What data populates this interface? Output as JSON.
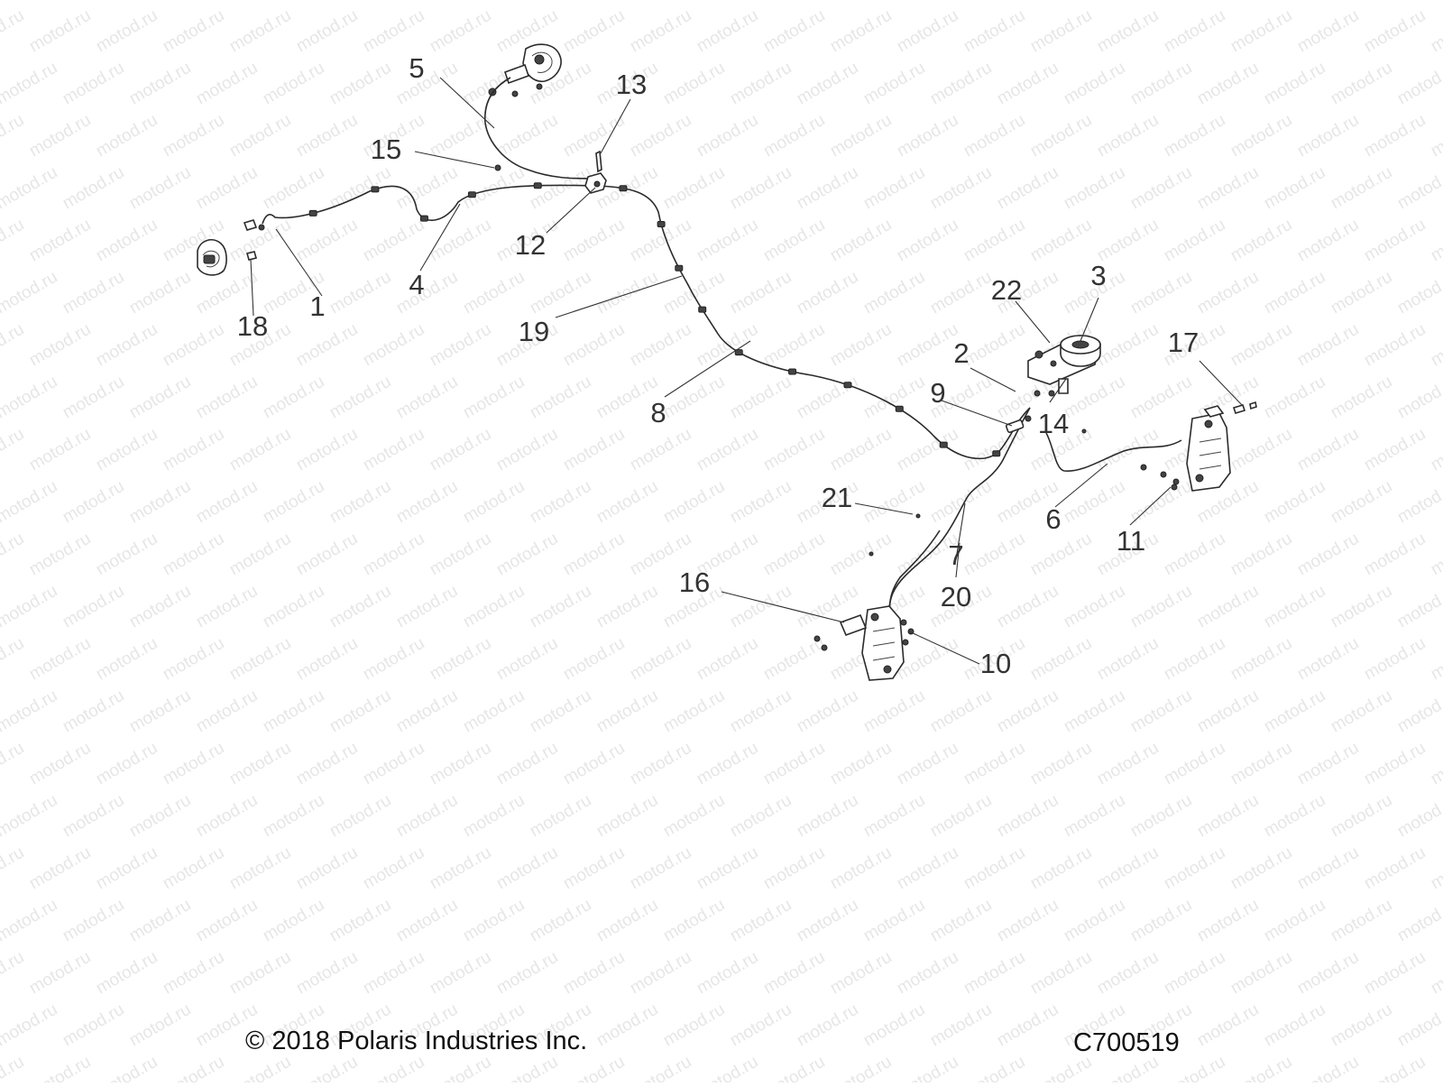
{
  "watermark": {
    "text": "motod.ru"
  },
  "callouts": [
    "1",
    "2",
    "3",
    "4",
    "5",
    "6",
    "7",
    "8",
    "9",
    "10",
    "11",
    "12",
    "13",
    "14",
    "15",
    "16",
    "17",
    "18",
    "19",
    "20",
    "21",
    "22"
  ],
  "footer": {
    "copyright": "© 2018 Polaris Industries Inc.",
    "figure_code": "C700519"
  }
}
